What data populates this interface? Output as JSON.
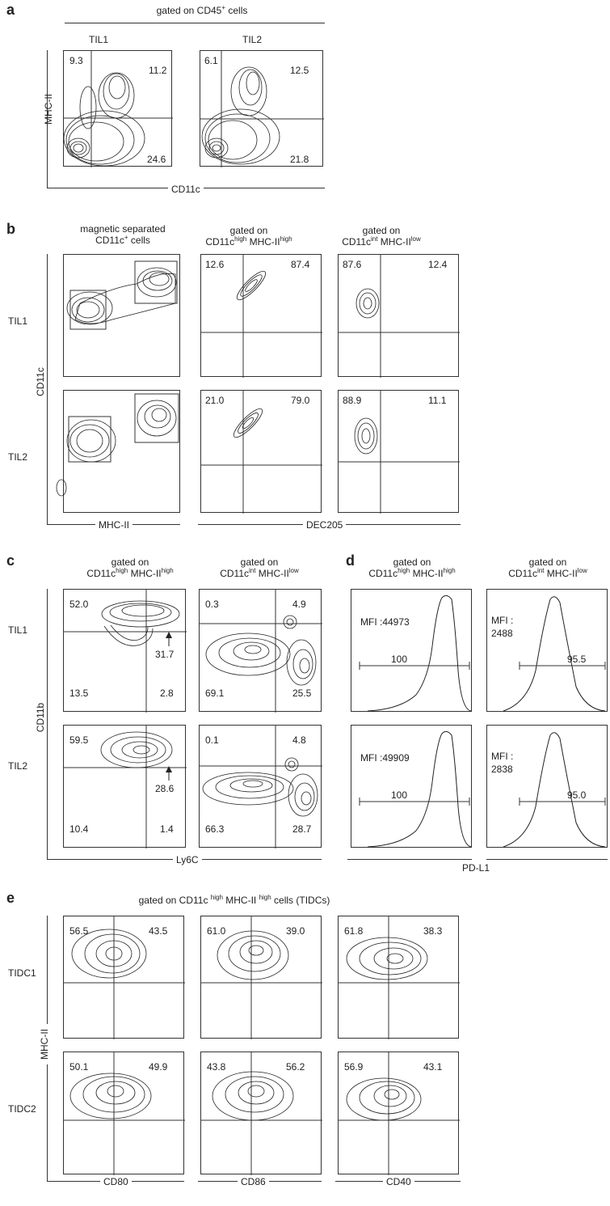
{
  "panel_a": {
    "letter": "a",
    "header": "gated on CD45",
    "header_sup": "+",
    "header_tail": " cells",
    "columns": [
      "TIL1",
      "TIL2"
    ],
    "y_axis": "MHC-II",
    "x_axis": "CD11c",
    "plots": [
      {
        "ul": "9.3",
        "ur": "11.2",
        "lr": "24.6"
      },
      {
        "ul": "6.1",
        "ur": "12.5",
        "lr": "21.8"
      }
    ]
  },
  "panel_b": {
    "letter": "b",
    "col1_line1": "magnetic separated",
    "col1_line2_a": "CD11c",
    "col1_line2_sup": "+",
    "col1_line2_b": " cells",
    "col2_line1": "gated on",
    "col2_a": "CD11c",
    "col2_sup1": "high",
    "col2_b": " MHC-II",
    "col2_sup2": "high",
    "col3_line1": "gated on",
    "col3_a": "CD11c",
    "col3_sup1": "int",
    "col3_b": " MHC-II",
    "col3_sup2": "low",
    "rows": [
      "TIL1",
      "TIL2"
    ],
    "y_axis": "CD11c",
    "x_axis_1": "MHC-II",
    "x_axis_2": "DEC205",
    "quads": [
      {
        "a": {
          "ul": "12.6",
          "ur": "87.4"
        },
        "b": {
          "ul": "87.6",
          "ur": "12.4"
        }
      },
      {
        "a": {
          "ul": "21.0",
          "ur": "79.0"
        },
        "b": {
          "ul": "88.9",
          "ur": "11.1"
        }
      }
    ]
  },
  "panel_c": {
    "letter": "c",
    "col1_line1": "gated on",
    "col1_a": "CD11c",
    "col1_sup1": "high",
    "col1_b": " MHC-II",
    "col1_sup2": "high",
    "col2_line1": "gated on",
    "col2_a": "CD11c",
    "col2_sup1": "int",
    "col2_b": " MHC-II",
    "col2_sup2": "low",
    "rows": [
      "TIL1",
      "TIL2"
    ],
    "y_axis": "CD11b",
    "x_axis": "Ly6C",
    "plots": [
      [
        {
          "ul": "52.0",
          "mr": "31.7",
          "ll": "13.5",
          "lr": "2.8"
        },
        {
          "ul": "0.3",
          "ur": "4.9",
          "ll": "69.1",
          "lr": "25.5"
        }
      ],
      [
        {
          "ul": "59.5",
          "mr": "28.6",
          "ll": "10.4",
          "lr": "1.4"
        },
        {
          "ul": "0.1",
          "ur": "4.8",
          "ll": "66.3",
          "lr": "28.7"
        }
      ]
    ]
  },
  "panel_d": {
    "letter": "d",
    "col1_line1": "gated on",
    "col1_a": "CD11c",
    "col1_sup1": "high",
    "col1_b": " MHC-II",
    "col1_sup2": "high",
    "col2_line1": "gated on",
    "col2_a": "CD11c",
    "col2_sup1": "int",
    "col2_b": " MHC-II",
    "col2_sup2": "low",
    "x_axis": "PD-L1",
    "plots": [
      [
        {
          "mfi": "MFI :44973",
          "pct": "100"
        },
        {
          "mfi1": "MFI :",
          "mfi2": "2488",
          "pct": "95.5"
        }
      ],
      [
        {
          "mfi": "MFI :49909",
          "pct": "100"
        },
        {
          "mfi1": "MFI :",
          "mfi2": "2838",
          "pct": "95.0"
        }
      ]
    ]
  },
  "panel_e": {
    "letter": "e",
    "header_a": "gated on CD11c ",
    "header_sup1": "high",
    "header_b": " MHC-II ",
    "header_sup2": "high",
    "header_c": " cells (TIDCs)",
    "rows": [
      "TIDC1",
      "TIDC2"
    ],
    "y_axis": "MHC-II",
    "x_axes": [
      "CD80",
      "CD86",
      "CD40"
    ],
    "plots": [
      [
        {
          "ul": "56.5",
          "ur": "43.5"
        },
        {
          "ul": "61.0",
          "ur": "39.0"
        },
        {
          "ul": "61.8",
          "ur": "38.3"
        }
      ],
      [
        {
          "ul": "50.1",
          "ur": "49.9"
        },
        {
          "ul": "43.8",
          "ur": "56.2"
        },
        {
          "ul": "56.9",
          "ur": "43.1"
        }
      ]
    ]
  }
}
